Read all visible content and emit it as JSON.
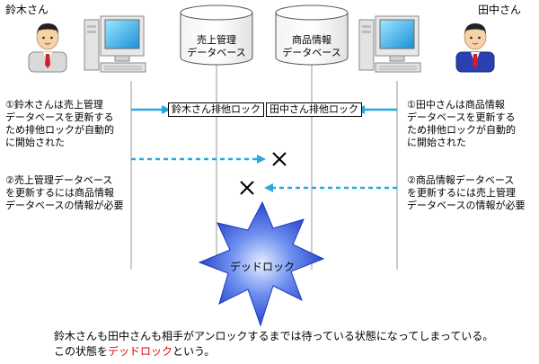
{
  "users": {
    "left_name": "鈴木さん",
    "right_name": "田中さん"
  },
  "databases": {
    "sales": "売上管理\nデータベース",
    "product": "商品情報\nデータベース"
  },
  "locks": {
    "suzuki": "鈴木さん排他ロック",
    "tanaka": "田中さん排他ロック"
  },
  "steps": {
    "left_1": "①鈴木さんは売上管理\nデータベースを更新する\nため排他ロックが自動的\nに開始された",
    "left_2": "②売上管理データベース\nを更新するには商品情報\nデータベースの情報が必要",
    "right_1": "①田中さんは商品情報\nデータベースを更新する\nため排他ロックが自動的\nに開始された",
    "right_2": "②商品情報データベース\nを更新するには売上管理\nデータベースの情報が必要"
  },
  "deadlock_label": "デッドロック",
  "summary": {
    "line1": "鈴木さんも田中さんも相手がアンロックするまでは待っている状態になってしまっている。",
    "line2_prefix": "この状態を",
    "line2_highlight": "デッドロック",
    "line2_suffix": "という。"
  },
  "colors": {
    "arrow": "#29a8e0",
    "cross": "#000000",
    "star_fill": "#2b4fd8",
    "highlight": "#e00000"
  }
}
